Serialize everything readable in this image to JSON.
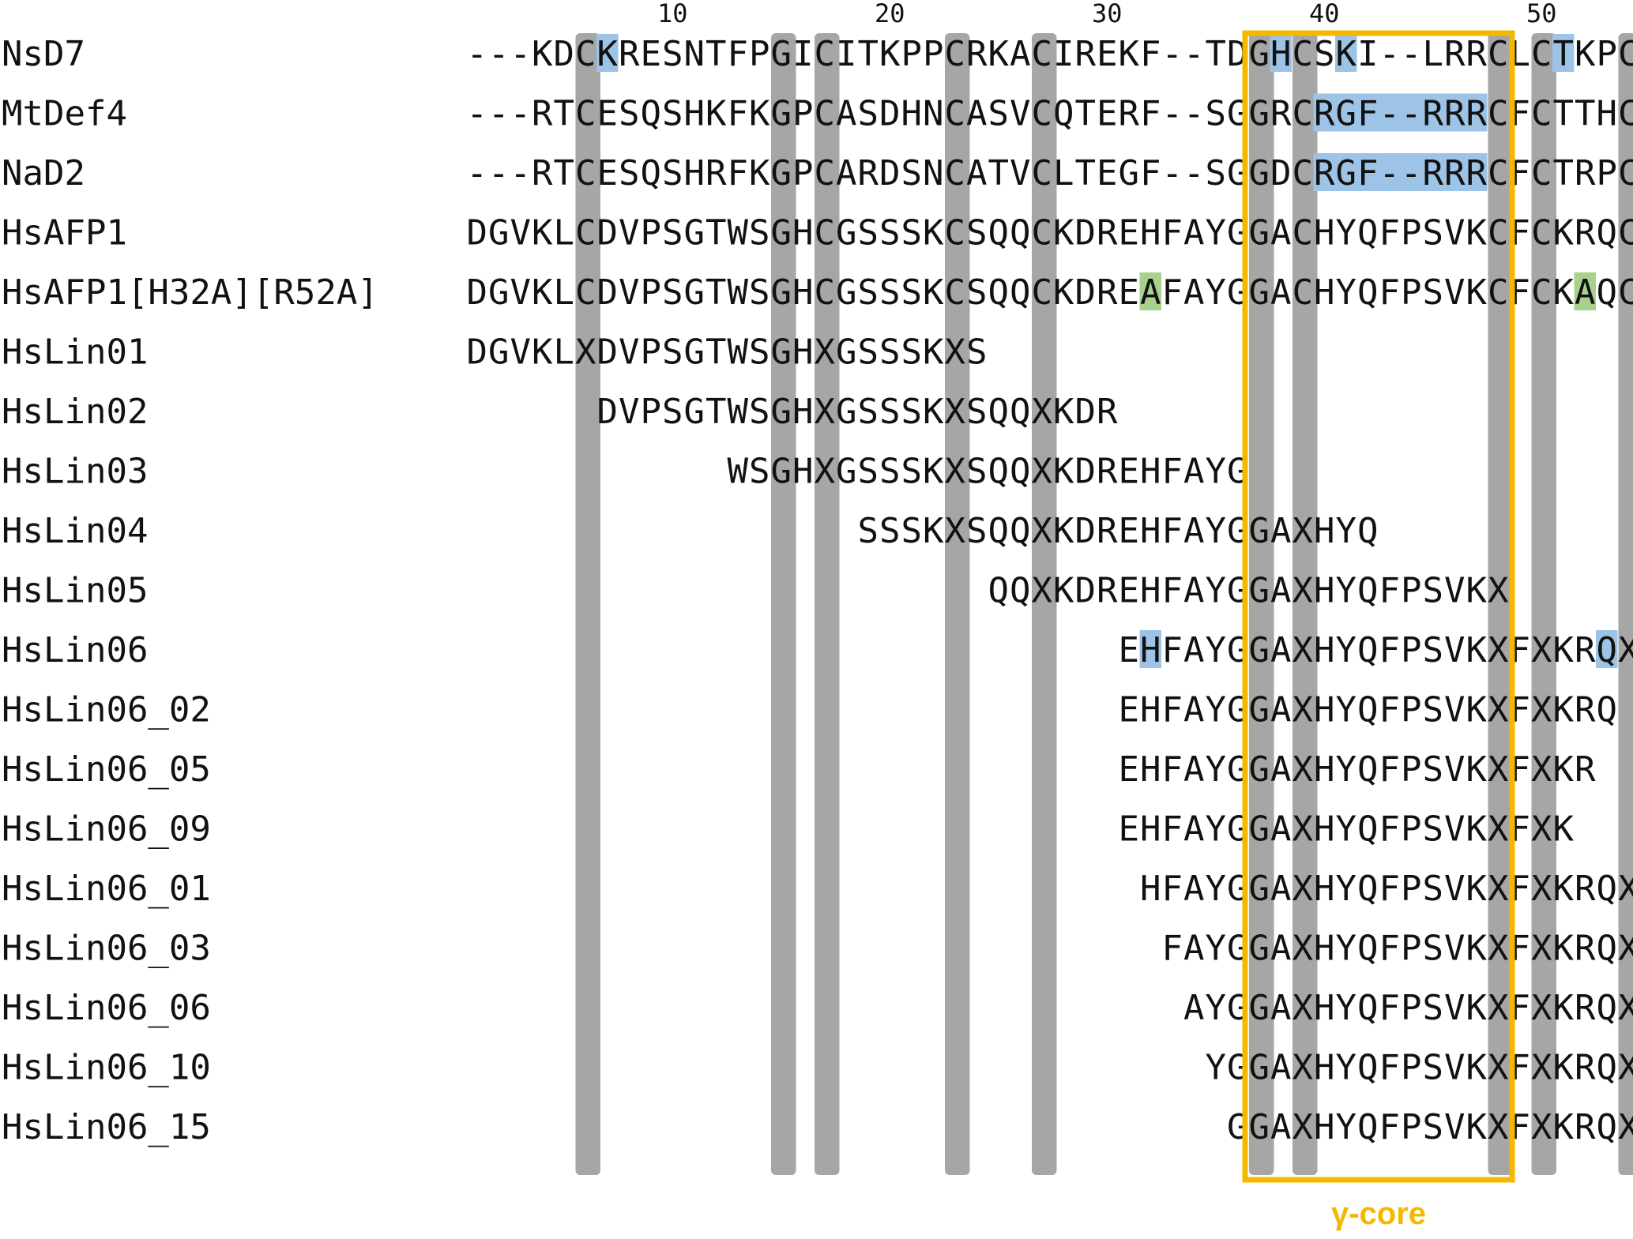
{
  "alignment": {
    "tick_labels": [
      "10",
      "20",
      "30",
      "40",
      "50"
    ],
    "sequences": [
      {
        "name": "NsD7",
        "residues": "---KDCKRESNTFPGICITKPPCRKACIREKF--TDGHCSKI--LRRCLCTKPC",
        "start": 0
      },
      {
        "name": "MtDef4",
        "residues": "---RTCESQSHKFKGPCASDHNCASVCQTERF--SGGRCRGF--RRRCFCTTHC",
        "start": 0
      },
      {
        "name": "NaD2",
        "residues": "---RTCESQSHRFKGPCARDSNCATVCLTEGF--SGGDCRGF--RRRCFCTRPC",
        "start": 0
      },
      {
        "name": "HsAFP1",
        "residues": "DGVKLCDVPSGTWSGHCGSSSKCSQQCKDREHFAYGGACHYQFPSVKCFCKRQC",
        "start": 0
      },
      {
        "name": "HsAFP1[H32A][R52A]",
        "residues": "DGVKLCDVPSGTWSGHCGSSSKCSQQCKDREAFAYGGACHYQFPSVKCFCKAQC",
        "start": 0
      },
      {
        "name": "HsLin01",
        "residues": "DGVKLXDVPSGTWSGHXGSSSKXS",
        "start": 0
      },
      {
        "name": "HsLin02",
        "residues": "DVPSGTWSGHXGSSSKXSQQXKDR",
        "start": 6
      },
      {
        "name": "HsLin03",
        "residues": "WSGHXGSSSKXSQQXKDREHFAYG",
        "start": 12
      },
      {
        "name": "HsLin04",
        "residues": "SSSKXSQQXKDREHFAYGGAXHYQ",
        "start": 18
      },
      {
        "name": "HsLin05",
        "residues": "QQXKDREHFAYGGAXHYQFPSVKX",
        "start": 24
      },
      {
        "name": "HsLin06",
        "residues": "EHFAYGGAXHYQFPSVKXFXKRQX",
        "start": 30
      },
      {
        "name": "HsLin06_02",
        "residues": "EHFAYGGAXHYQFPSVKXFXKRQ",
        "start": 30
      },
      {
        "name": "HsLin06_05",
        "residues": "EHFAYGGAXHYQFPSVKXFXKR",
        "start": 30
      },
      {
        "name": "HsLin06_09",
        "residues": "EHFAYGGAXHYQFPSVKXFXK",
        "start": 30
      },
      {
        "name": "HsLin06_01",
        "residues": "HFAYGGAXHYQFPSVKXFXKRQX",
        "start": 31
      },
      {
        "name": "HsLin06_03",
        "residues": "FAYGGAXHYQFPSVKXFXKRQX",
        "start": 32
      },
      {
        "name": "HsLin06_06",
        "residues": "AYGGAXHYQFPSVKXFXKRQX",
        "start": 33
      },
      {
        "name": "HsLin06_10",
        "residues": "YGGAXHYQFPSVKXFXKRQX",
        "start": 34
      },
      {
        "name": "HsLin06_15",
        "residues": "GGAXHYQFPSVKXFXKRQX",
        "start": 35
      }
    ],
    "conserved_columns": [
      6,
      15,
      17,
      23,
      27,
      37,
      39,
      48,
      50,
      54
    ],
    "blue_highlights": [
      {
        "row": 0,
        "from": 7,
        "to": 7
      },
      {
        "row": 0,
        "from": 38,
        "to": 38
      },
      {
        "row": 0,
        "from": 41,
        "to": 41
      },
      {
        "row": 0,
        "from": 51,
        "to": 51
      },
      {
        "row": 1,
        "from": 40,
        "to": 47
      },
      {
        "row": 2,
        "from": 40,
        "to": 47
      },
      {
        "row": 10,
        "from": 32,
        "to": 32
      },
      {
        "row": 10,
        "from": 53,
        "to": 53
      }
    ],
    "green_highlights": [
      {
        "row": 4,
        "from": 32,
        "to": 32
      },
      {
        "row": 4,
        "from": 52,
        "to": 52
      }
    ],
    "gamma_core": {
      "label": "γ-core",
      "from": 37,
      "to": 48
    }
  },
  "colors": {
    "conserved_bar": "#a6a6a6",
    "blue_highlight": "#9dc3e6",
    "green_highlight": "#a9d18e",
    "gamma_core": "#f5b800"
  }
}
